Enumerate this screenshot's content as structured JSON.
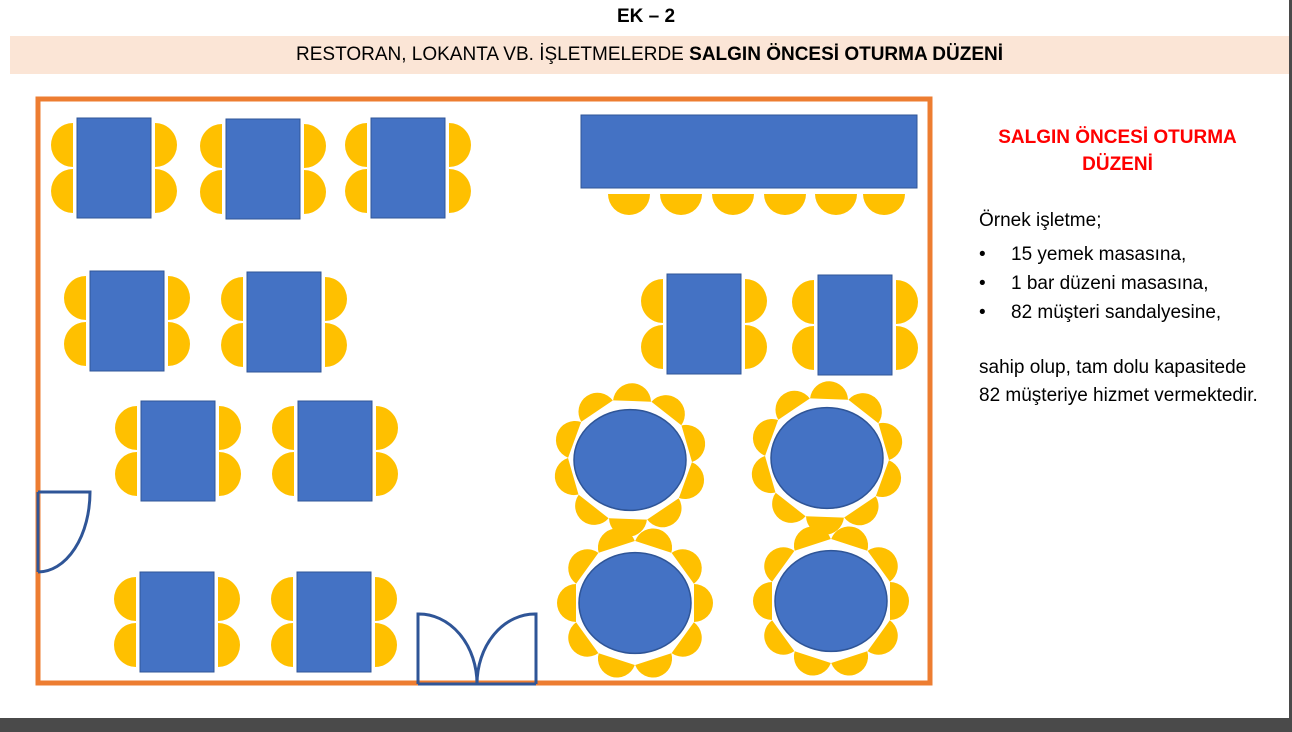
{
  "header": {
    "ek": "EK – 2",
    "banner_prefix": "RESTORAN, LOKANTA VB. İŞLETMELERDE ",
    "banner_bold": "SALGIN ÖNCESİ OTURMA DÜZENİ"
  },
  "side": {
    "title": "SALGIN ÖNCESİ OTURMA DÜZENİ",
    "intro": "Örnek işletme;",
    "items": [
      "15  yemek masasına,",
      "1 bar düzeni masasına,",
      "82 müşteri sandalyesine,"
    ],
    "body": "sahip olup, tam dolu kapasitede 82 müşteriye hizmet vermektedir."
  },
  "colors": {
    "table": "#4472c4",
    "chair": "#ffc000",
    "wall": "#ed7d31",
    "door": "#2f5597",
    "banner": "#fbe5d6",
    "title_red": "#ff0000"
  }
}
